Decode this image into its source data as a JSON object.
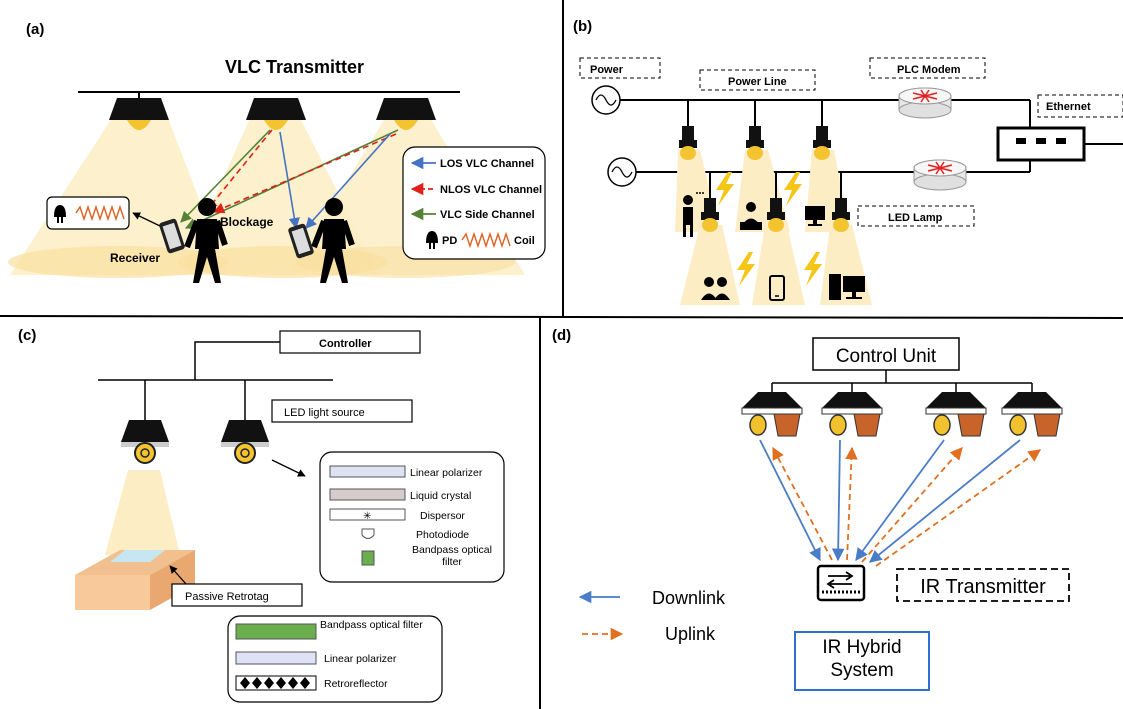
{
  "panels": {
    "a": {
      "label": "(a)",
      "title": "VLC Transmitter",
      "legend": {
        "los": "LOS VLC Channel",
        "nlos": "NLOS VLC Channel",
        "side": "VLC Side Channel",
        "pd": "PD",
        "coil": "Coil"
      },
      "blockage": "Blockage",
      "receiver": "Receiver",
      "colors": {
        "los": "#4472C4",
        "nlos": "#E0201B",
        "side": "#548235",
        "coil": "#E06020"
      }
    },
    "b": {
      "label": "(b)",
      "power": "Power",
      "power_line": "Power Line",
      "plc_modem": "PLC Modem",
      "ethernet": "Ethernet",
      "led_lamp": "LED Lamp",
      "colors": {
        "bolt": "#F5C518",
        "modem_mark": "#E02020"
      }
    },
    "c": {
      "label": "(c)",
      "controller": "Controller",
      "led_source": "LED light source",
      "retrotag": "Passive Retrotag",
      "detector_layers": [
        "Linear polarizer",
        "Liquid crystal",
        "Dispersor",
        "Photodiode",
        "Bandpass optical filter"
      ],
      "tag_layers": [
        "Bandpass optical filter",
        "Linear polarizer",
        "Retroreflector"
      ],
      "colors": {
        "polarizer": "#DDE3F5",
        "crystal": "#D6CCCC",
        "filter": "#6AAE4E",
        "tag": "#F7C99B"
      }
    },
    "d": {
      "label": "(d)",
      "control_unit": "Control Unit",
      "ir_transmitter": "IR Transmitter",
      "downlink": "Downlink",
      "uplink": "Uplink",
      "hybrid": "IR Hybrid System",
      "colors": {
        "downlink": "#4A7CC8",
        "uplink": "#E07020",
        "bulb": "#F2C12E",
        "pot": "#C8642A",
        "box": "#2E6FD0"
      }
    }
  }
}
